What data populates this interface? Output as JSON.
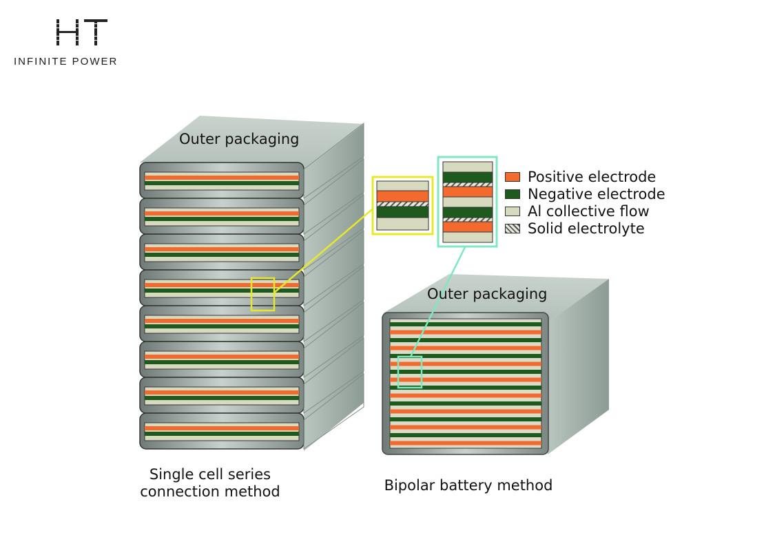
{
  "logo": {
    "mark": "HT",
    "tagline": "INFINITE POWER"
  },
  "labels": {
    "outer_packaging_left": "Outer packaging",
    "outer_packaging_right": "Outer packaging",
    "caption_left_line1": "Single cell series",
    "caption_left_line2": "connection method",
    "caption_right": "Bipolar battery method"
  },
  "legend": [
    {
      "label": "Positive electrode",
      "swatch": "orange-swatch"
    },
    {
      "label": "Negative electrode",
      "swatch": "green-swatch"
    },
    {
      "label": "Al collective flow",
      "swatch": "beige-swatch"
    },
    {
      "label": "Solid electrolyte",
      "swatch": "hatched-swatch"
    }
  ],
  "colors": {
    "positive": "#f26a2e",
    "negative": "#1e5a1e",
    "collector": "#d8dac0",
    "cell_gray": "#9aa7a2",
    "callout_single": "#e8e82a",
    "callout_bipolar": "#7fe8c0"
  }
}
